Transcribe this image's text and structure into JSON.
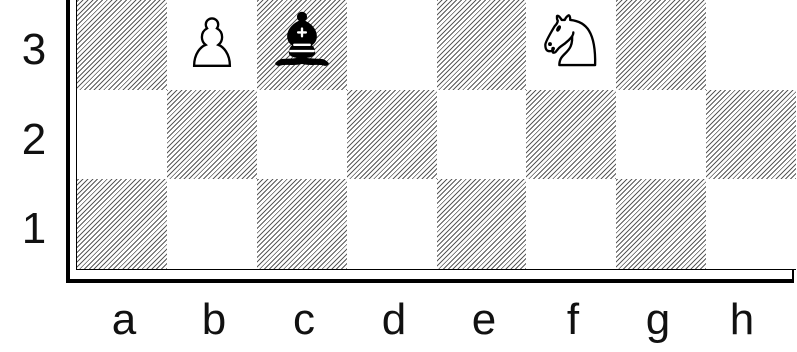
{
  "board": {
    "ranks": [
      "3",
      "2",
      "1"
    ],
    "files": [
      "a",
      "b",
      "c",
      "d",
      "e",
      "f",
      "g",
      "h"
    ],
    "colors": {
      "light": "#ffffff",
      "dark_hatch": "#5a5a5a"
    },
    "pieces": [
      {
        "square": "b3",
        "piece": "pawn",
        "color": "white",
        "icon": "white-pawn-icon"
      },
      {
        "square": "c3",
        "piece": "bishop",
        "color": "black",
        "icon": "black-bishop-icon"
      },
      {
        "square": "f3",
        "piece": "knight",
        "color": "white",
        "icon": "white-knight-icon"
      }
    ]
  }
}
